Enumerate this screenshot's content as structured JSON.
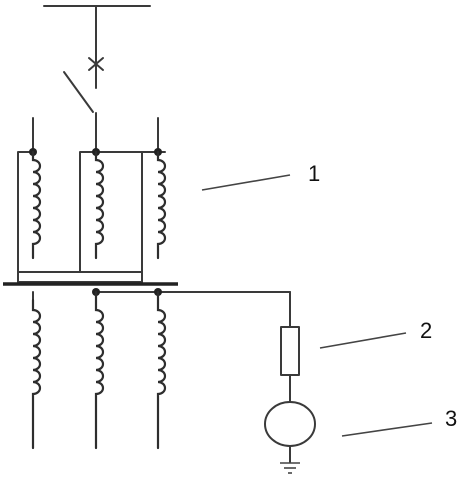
{
  "labels": [
    {
      "id": "1",
      "text": "1"
    },
    {
      "id": "2",
      "text": "2"
    },
    {
      "id": "3",
      "text": "3"
    }
  ],
  "colors": {
    "line": "#3a3a3a",
    "background": "#ffffff"
  }
}
